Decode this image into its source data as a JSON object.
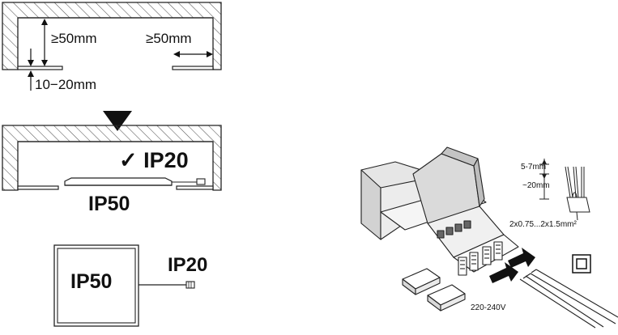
{
  "figure": {
    "mounting_clearance": {
      "gap_top": "≥50mm",
      "gap_right": "≥50mm",
      "gap_bottom": "10−20mm"
    },
    "ip_rating": {
      "check_mark": "✓",
      "check_label": "IP20",
      "fixture_label": "IP50",
      "box_label": "IP50",
      "cable_label": "IP20"
    },
    "wiring": {
      "strip_length": "5-7mm",
      "sheath_length": "~20mm",
      "wire_cross_section": "2x0.75...2x1.5mm²",
      "voltage": "220-240V"
    },
    "icons": [
      "down-triangle-icon",
      "double-insulation-icon",
      "terminal-block-icon",
      "cable-icon"
    ],
    "colors": {
      "ink": "#111111",
      "background": "#ffffff"
    }
  }
}
